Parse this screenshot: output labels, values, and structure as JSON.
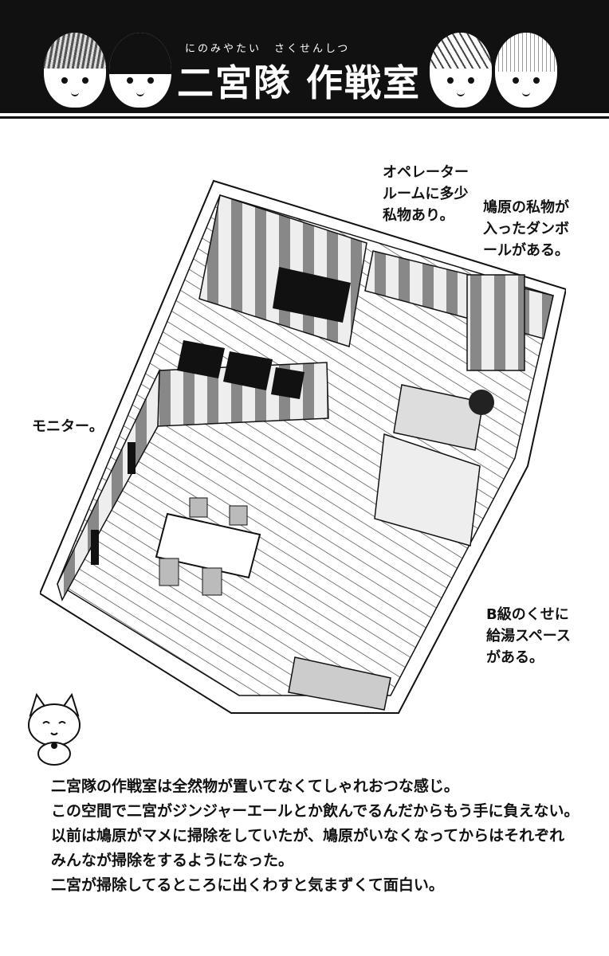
{
  "header": {
    "title_ruby": "にのみやたい　さくせんしつ",
    "title": "二宮隊 作戦室"
  },
  "notes": {
    "operator": [
      "オペレーター",
      "ルームに多少",
      "私物あり。"
    ],
    "hatohara": [
      "鳩原の私物が",
      "入ったダンボ",
      "ールがある。"
    ],
    "monitor": [
      "モニター。"
    ],
    "kitchen": [
      "B級のくせに",
      "給湯スペース",
      "がある。"
    ]
  },
  "body": {
    "lines": [
      "二宮隊の作戦室は全然物が置いてなくてしゃれおつな感じ。",
      "この空間で二宮がジンジャーエールとか飲んでるんだからもう手に負えない。",
      "以前は鳩原がマメに掃除をしていたが、鳩原がいなくなってからはそれぞれ",
      "みんなが掃除をするようになった。",
      "二宮が掃除してるところに出くわすと気まずくて面白い。"
    ]
  },
  "icons": {
    "avatars": [
      "avatar-ninomiya-icon",
      "avatar-tsuji-icon",
      "avatar-inukai-icon",
      "avatar-hiyami-icon"
    ],
    "mascot": "cat-mascot-icon"
  }
}
